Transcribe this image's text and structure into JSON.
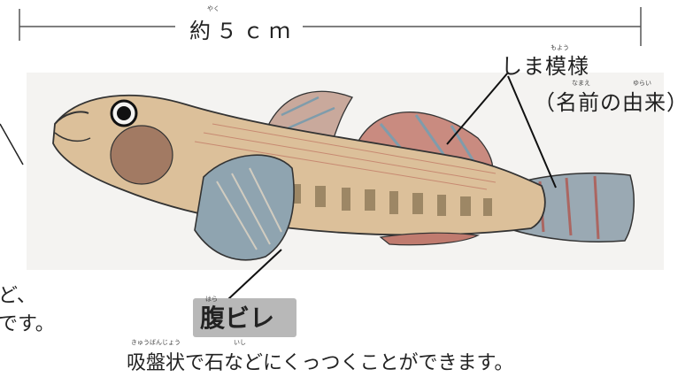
{
  "measure": {
    "furigana": "やく",
    "label": "約５ｃｍ"
  },
  "stripe": {
    "label": "しま模様",
    "label_furigana": "もよう",
    "origin": "（名前の由来）",
    "origin_furigana_name": "なまえ",
    "origin_furigana_yurai": "ゆらい"
  },
  "pelvic": {
    "furigana": "はら",
    "label": "腹ビレ",
    "caption": "吸盤状で石などにくっつくことができます。",
    "caption_furigana_kyuubanjou": "きゅうばんじょう",
    "caption_furigana_ishi": "いし"
  },
  "left_fragments": {
    "line1": "ど、",
    "line2": "です。"
  },
  "colors": {
    "line": "#333333",
    "label_box": "#b8b8b8",
    "fin_blue": "#7f9cab",
    "fin_red": "#b3544a",
    "body_tan": "#d9b48a"
  }
}
